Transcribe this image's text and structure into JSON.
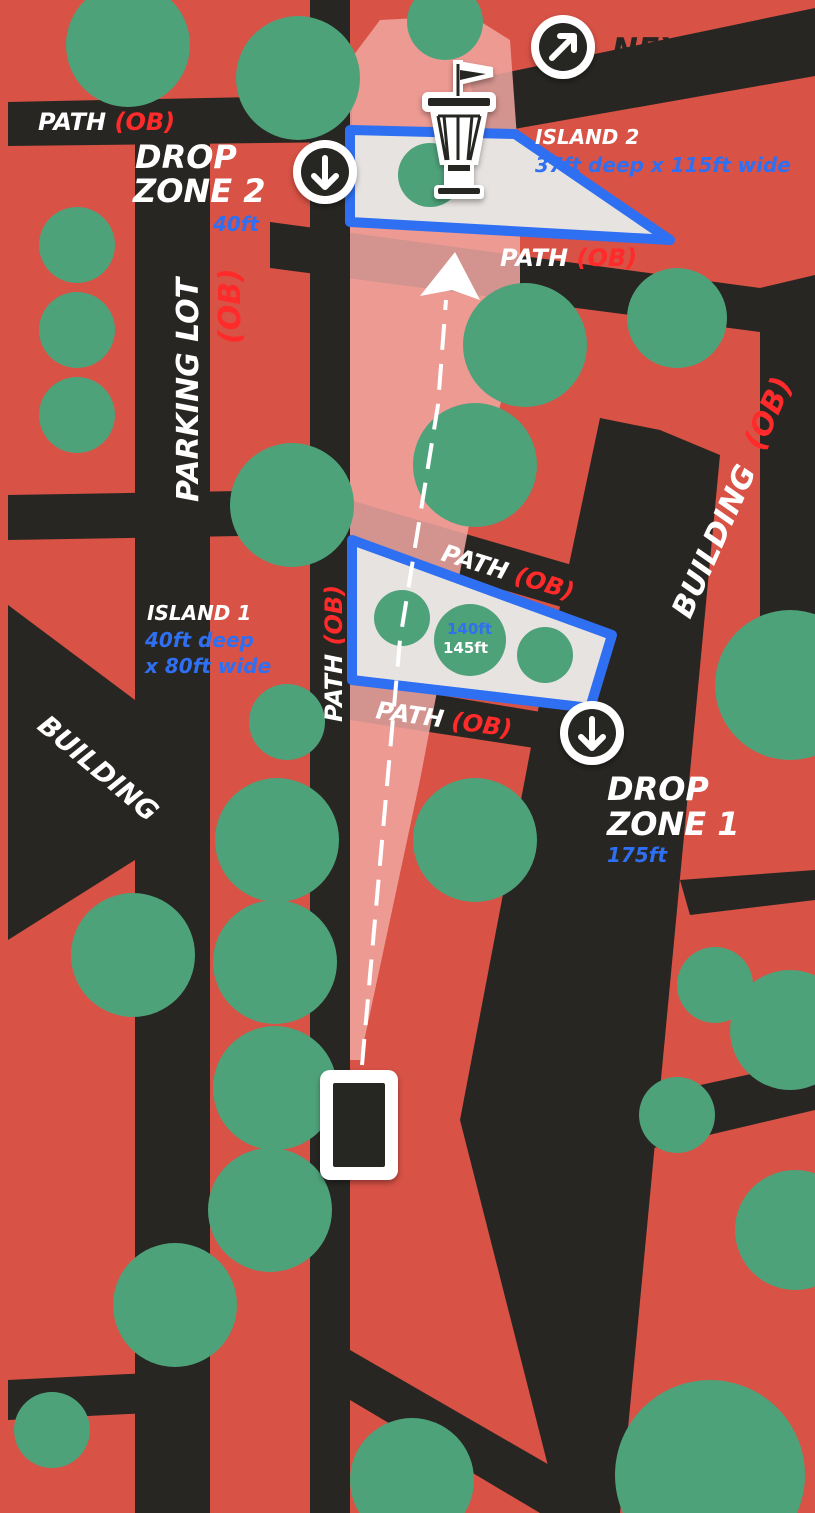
{
  "colors": {
    "ground": "#d85246",
    "path": "#282622",
    "tree": "#4ea27a",
    "island_border": "#2f6ff2",
    "island_fill": "#e7e3e1",
    "flight_zone": "#f1a7a1",
    "ob_text": "#ff2a2a",
    "distance_text": "#2f6ff2"
  },
  "icons": {
    "next_tee": "arrow-up-right-icon",
    "drop_zone": "arrow-down-icon",
    "basket": "disc-golf-basket-icon",
    "tee": "tee-pad-icon"
  },
  "next_tee": {
    "label": "NEXT TEE"
  },
  "labels": {
    "path_top_left": {
      "text": "PATH",
      "ob": "(OB)"
    },
    "path_island2": {
      "text": "PATH",
      "ob": "(OB)"
    },
    "path_island1_top": {
      "text": "PATH",
      "ob": "(OB)"
    },
    "path_island1_bottom": {
      "text": "PATH",
      "ob": "(OB)"
    },
    "path_vertical": {
      "text": "PATH",
      "ob": "(OB)"
    },
    "parking_lot": {
      "text": "PARKING LOT",
      "ob": "(OB)"
    },
    "building_right": {
      "text": "BUILDING",
      "ob": "(OB)"
    },
    "building_left": {
      "text": "BUILDING"
    }
  },
  "drop_zone_2": {
    "line1": "DROP",
    "line2": "ZONE 2",
    "distance": "40ft"
  },
  "drop_zone_1": {
    "line1": "DROP",
    "line2": "ZONE 1",
    "distance": "175ft"
  },
  "island_2": {
    "title": "ISLAND 2",
    "size": "37ft deep x 115ft wide"
  },
  "island_1": {
    "title": "ISLAND 1",
    "size_line1": "40ft deep",
    "size_line2": "x 80ft wide"
  },
  "island_1_distances": {
    "first": "140ft",
    "second": "145ft"
  }
}
